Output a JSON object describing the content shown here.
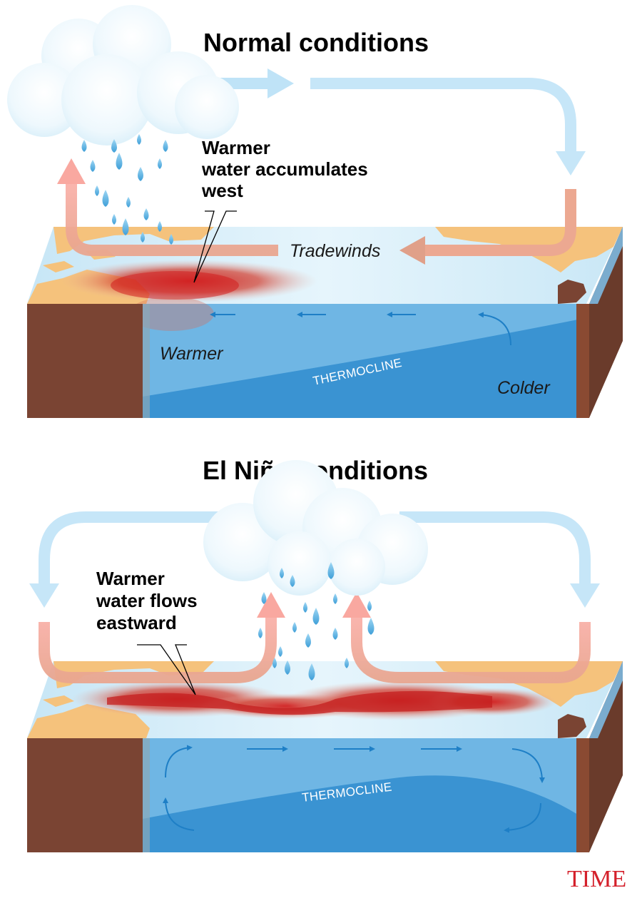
{
  "panels": {
    "normal": {
      "title": "Normal conditions",
      "callout": [
        "Warmer",
        "water accumulates",
        "west"
      ],
      "wind_label": "Tradewinds",
      "warm_label": "Warmer",
      "cold_label": "Colder",
      "thermocline_label": "THERMOCLINE"
    },
    "elnino": {
      "title": "El Niño conditions",
      "callout": [
        "Warmer",
        "water flows",
        "eastward"
      ],
      "thermocline_label": "THERMOCLINE"
    }
  },
  "branding": {
    "logo": "TIME"
  },
  "colors": {
    "ocean_surface": "#cfe9f7",
    "ocean_upper": "#6fb6e4",
    "ocean_deep": "#3a93d2",
    "land": "#f5c27c",
    "cliff": "#7a4433",
    "warm_water": "#d21f1f",
    "air_cool": "#bfe3f7",
    "air_warm": "#f6a48e",
    "logo": "#d4202b"
  }
}
